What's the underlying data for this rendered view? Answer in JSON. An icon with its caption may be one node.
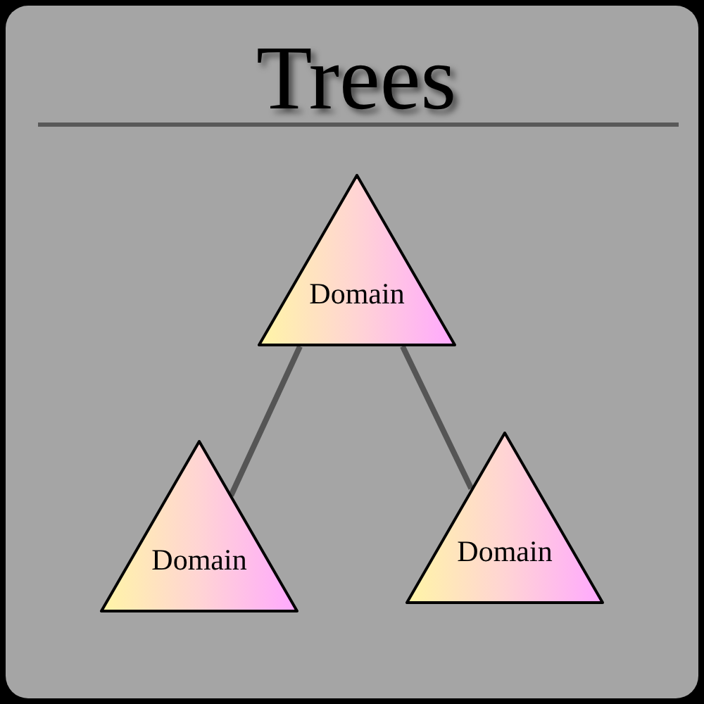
{
  "diagram": {
    "title": "Trees",
    "nodes": [
      {
        "text": [
          "Domain"
        ]
      },
      {
        "text": [
          "Domain"
        ]
      },
      {
        "text": [
          "Domain"
        ]
      }
    ],
    "edges": [
      {
        "from": 0,
        "to": 1,
        "arrow": "none"
      },
      {
        "from": 0,
        "to": 2,
        "arrow": "none"
      }
    ]
  }
}
